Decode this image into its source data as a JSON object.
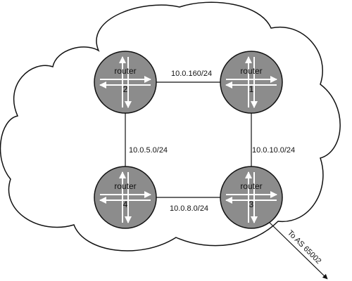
{
  "diagram": {
    "routers": [
      {
        "label": "router",
        "number": "1"
      },
      {
        "label": "router",
        "number": "2"
      },
      {
        "label": "router",
        "number": "3"
      },
      {
        "label": "router",
        "number": "4"
      }
    ],
    "links": [
      {
        "between": [
          "2",
          "1"
        ],
        "label": "10.0.160/24"
      },
      {
        "between": [
          "2",
          "4"
        ],
        "label": "10.0.5.0/24"
      },
      {
        "between": [
          "1",
          "3"
        ],
        "label": "10.0.10.0/24"
      },
      {
        "between": [
          "4",
          "3"
        ],
        "label": "10.0.8.0/24"
      }
    ],
    "external": {
      "from": "3",
      "label": "To AS 65002"
    }
  },
  "colors": {
    "router_fill": "#8c8c8c",
    "router_stroke": "#111111",
    "arrow_color": "#ffffff",
    "line_color": "#111111",
    "cloud_fill": "#ffffff",
    "cloud_stroke": "#111111"
  }
}
